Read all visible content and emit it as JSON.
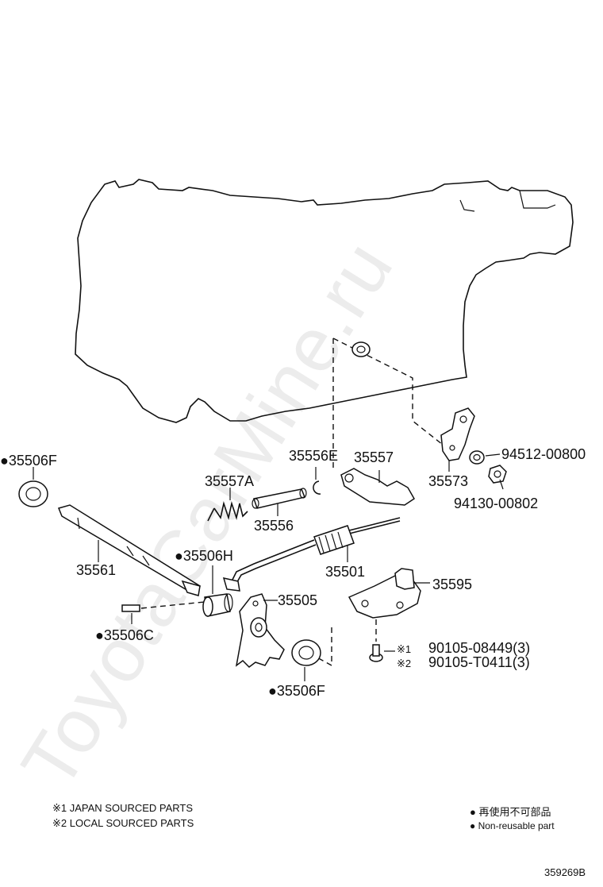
{
  "labels": {
    "p35506F_top": "●35506F",
    "p35556E": "35556E",
    "p35557": "35557",
    "p94512": "94512-00800",
    "p35557A": "35557A",
    "p35573": "35573",
    "p94130": "94130-00802",
    "p35556": "35556",
    "p35506H": "●35506H",
    "p35561": "35561",
    "p35501": "35501",
    "p35595": "35595",
    "p35505": "35505",
    "p35506C": "●35506C",
    "bolt_mark1": "※1",
    "bolt_mark2": "※2",
    "bolt1": "90105-08449(3)",
    "bolt2": "90105-T0411(3)",
    "p35506F_bottom": "●35506F"
  },
  "notes": {
    "japan": "※1 JAPAN SOURCED PARTS",
    "local": "※2 LOCAL SOURCED PARTS",
    "legend_jp": "● 再使用不可部品",
    "legend_en": "● Non-reusable part"
  },
  "diagram_id": "359269B",
  "watermark": "ToyotaCarMine.ru"
}
